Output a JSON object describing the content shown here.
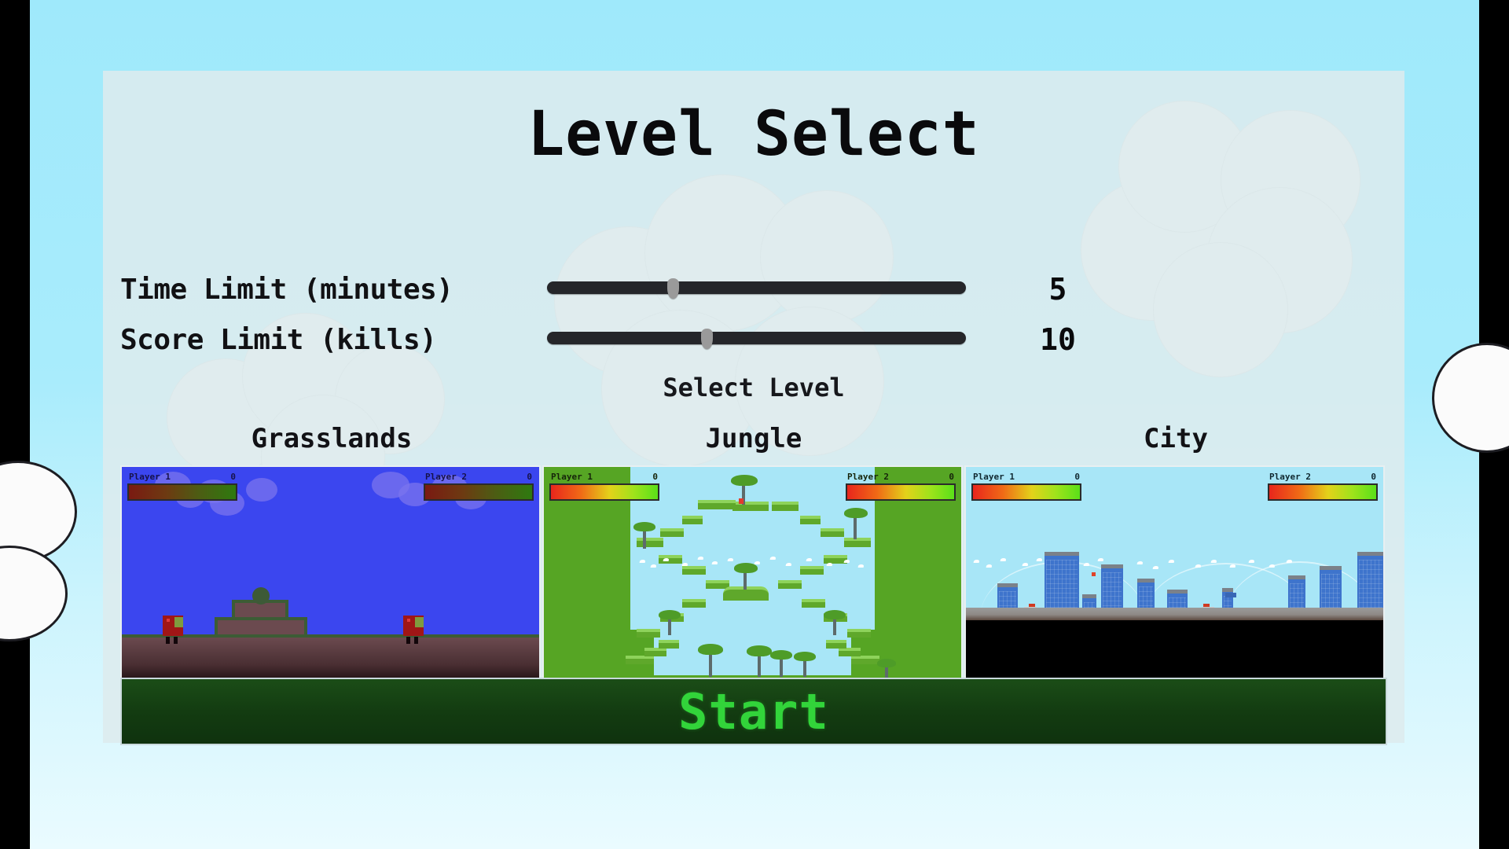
{
  "window": {
    "title": "Level Select"
  },
  "settings": {
    "time_limit": {
      "label": "Time Limit (minutes)",
      "value": "5",
      "slider_percent": 30
    },
    "score_limit": {
      "label": "Score Limit (kills)",
      "value": "10",
      "slider_percent": 38
    }
  },
  "select_level_label": "Select Level",
  "levels": [
    {
      "name": "Grasslands",
      "hud": {
        "player1_label": "Player 1",
        "player1_score": "0",
        "player2_label": "Player 2",
        "player2_score": "0"
      }
    },
    {
      "name": "Jungle",
      "hud": {
        "player1_label": "Player 1",
        "player1_score": "0",
        "player2_label": "Player 2",
        "player2_score": "0"
      }
    },
    {
      "name": "City",
      "hud": {
        "player1_label": "Player 1",
        "player1_score": "0",
        "player2_label": "Player 2",
        "player2_score": "0"
      }
    }
  ],
  "start_button": {
    "label": "Start"
  },
  "colors": {
    "sky": "#a9ecfc",
    "panel": "#dcebee",
    "slider_track": "#25262a",
    "slider_thumb": "#9a9a9a",
    "start_bg": "#143d12",
    "start_text": "#32d43a",
    "grasslands_sky": "#3b46ef",
    "jungle_green": "#56a524",
    "city_building": "#3e74cc",
    "health_bar_low": "#e8261c",
    "health_bar_high": "#5ae019"
  }
}
